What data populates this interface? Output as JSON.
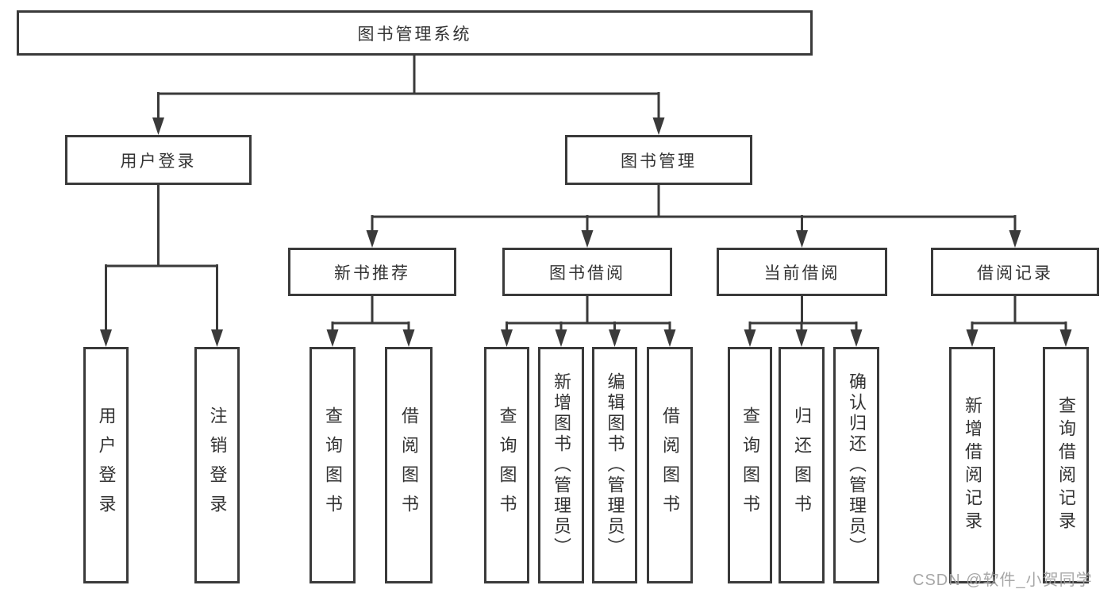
{
  "tree": {
    "root": "图书管理系统",
    "branches": [
      {
        "label": "用户登录",
        "leaves": [
          "用户登录",
          "注销登录"
        ]
      },
      {
        "label": "图书管理",
        "groups": [
          {
            "label": "新书推荐",
            "leaves": [
              "查询图书",
              "借阅图书"
            ]
          },
          {
            "label": "图书借阅",
            "leaves": [
              "查询图书",
              "新增图书（管理员）",
              "编辑图书（管理员）",
              "借阅图书"
            ]
          },
          {
            "label": "当前借阅",
            "leaves": [
              "查询图书",
              "归还图书",
              "确认归还（管理员）"
            ]
          },
          {
            "label": "借阅记录",
            "leaves": [
              "新增借阅记录",
              "查询借阅记录"
            ]
          }
        ]
      }
    ]
  },
  "watermark": {
    "text": "CSDN @软件_小贺同学"
  },
  "colors": {
    "line": "#3a3a3a",
    "text": "#333333",
    "watermark": "#9e9e9e"
  }
}
